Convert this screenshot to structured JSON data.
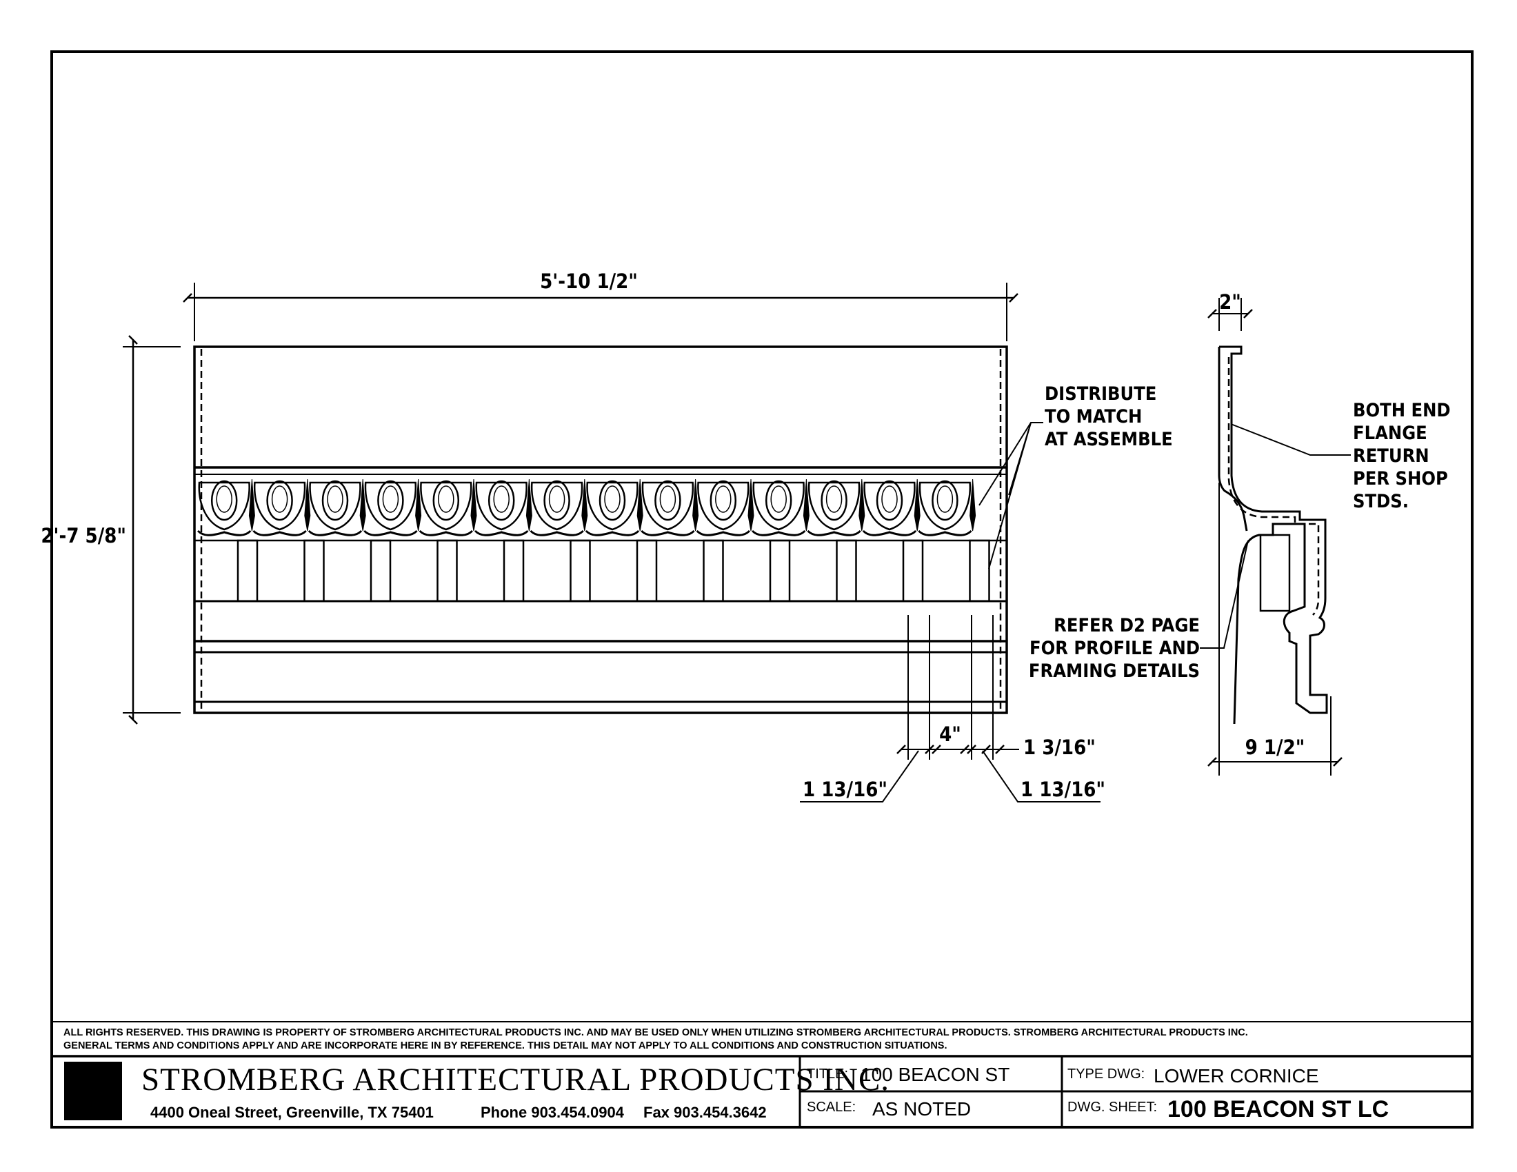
{
  "drawing": {
    "elevation": {
      "overall_width_dim": "5'-10 1/2\"",
      "overall_height_dim": "2'-7 5/8\"",
      "dim_4": "4\"",
      "dim_1_3_16": "1 3/16\"",
      "dim_1_13_16_left": "1 13/16\"",
      "dim_1_13_16_right": "1 13/16\""
    },
    "notes": {
      "distribute": [
        "DISTRIBUTE",
        "TO MATCH",
        "AT ASSEMBLE"
      ],
      "refer": [
        "REFER D2 PAGE",
        "FOR PROFILE AND",
        "FRAMING DETAILS"
      ],
      "flange": [
        "BOTH END",
        "FLANGE",
        "RETURN",
        "PER SHOP",
        "STDS."
      ]
    },
    "profile": {
      "top_width_dim": "2\"",
      "depth_dim": "9 1/2\""
    }
  },
  "legal": {
    "line1": "ALL RIGHTS RESERVED. THIS DRAWING IS PROPERTY OF STROMBERG ARCHITECTURAL PRODUCTS INC. AND MAY BE USED ONLY WHEN UTILIZING STROMBERG ARCHITECTURAL PRODUCTS.  STROMBERG ARCHITECTURAL PRODUCTS INC.",
    "line2": "GENERAL TERMS AND CONDITIONS APPLY AND ARE INCORPORATE HERE IN BY REFERENCE.  THIS DETAIL MAY NOT APPLY TO ALL CONDITIONS AND CONSTRUCTION SITUATIONS."
  },
  "title_block": {
    "company": "STROMBERG ARCHITECTURAL PRODUCTS INC.",
    "address": "4400 Oneal Street, Greenville, TX  75401",
    "phone": "Phone 903.454.0904",
    "fax": "Fax 903.454.3642",
    "title_label": "TITLE:",
    "title_value": "100 BEACON ST",
    "scale_label": "SCALE:",
    "scale_value": "AS NOTED",
    "type_label": "TYPE DWG:",
    "type_value": "LOWER CORNICE",
    "sheet_label": "DWG. SHEET:",
    "sheet_value": "100 BEACON ST LC"
  }
}
